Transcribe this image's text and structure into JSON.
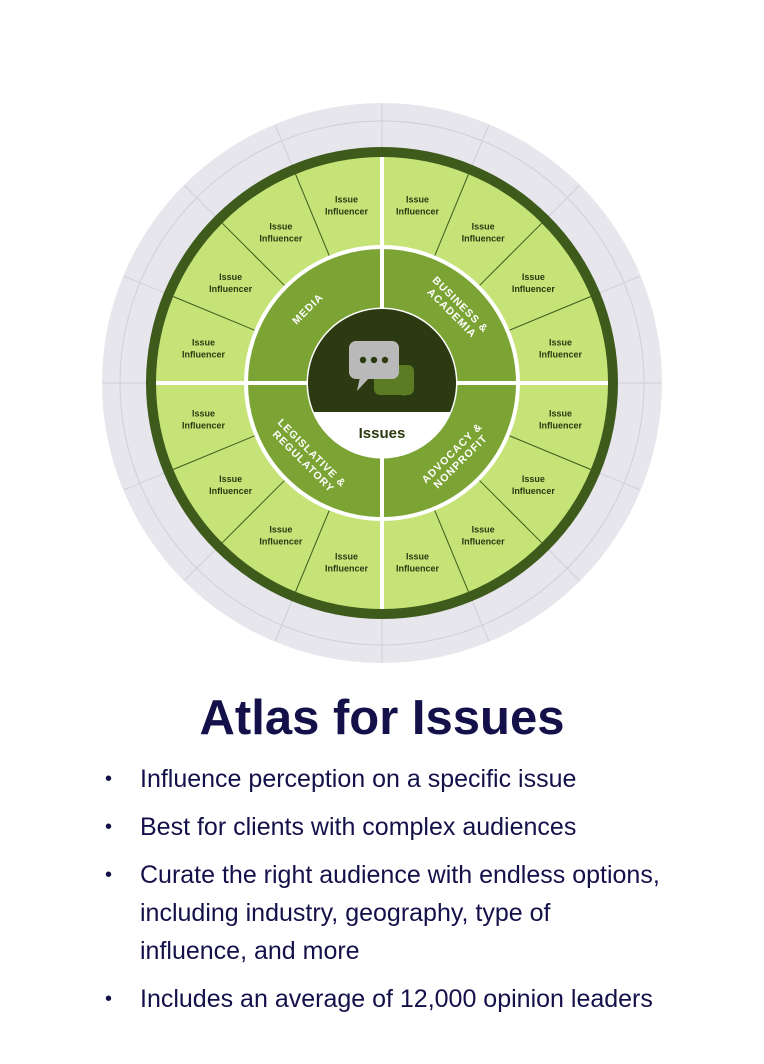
{
  "wheel": {
    "center_label": "Issues",
    "segments": [
      {
        "label": "MEDIA",
        "lines": [
          "MEDIA"
        ]
      },
      {
        "label": "BUSINESS & ACADEMIA",
        "lines": [
          "BUSINESS &",
          "ACADEMIA"
        ]
      },
      {
        "label": "ADVOCACY & NONPROFIT",
        "lines": [
          "ADVOCACY &",
          "NONPROFIT"
        ]
      },
      {
        "label": "LEGISLATIVE & REGULATORY",
        "lines": [
          "LEGISLATIVE &",
          "REGULATORY"
        ]
      }
    ],
    "outer_cell_lines": [
      "Issue",
      "Influencer"
    ],
    "outer_cell_count": 16,
    "icon": "chat-bubbles-icon",
    "colors": {
      "outer_gray": "#e6e6ec",
      "outer_gray_line": "#cfcfd6",
      "dark_green_ring": "#3f5b1c",
      "light_green": "#c5e377",
      "mid_green": "#7ca435",
      "center_dark": "#2b3a10",
      "cell_text": "#2c3a12"
    }
  },
  "title": "Atlas for Issues",
  "bullets": [
    "Influence perception on a specific issue",
    "Best for clients with complex audiences",
    "Curate the right audience with endless options, including industry, geography, type of influence, and more",
    "Includes an average of 12,000 opinion leaders"
  ]
}
